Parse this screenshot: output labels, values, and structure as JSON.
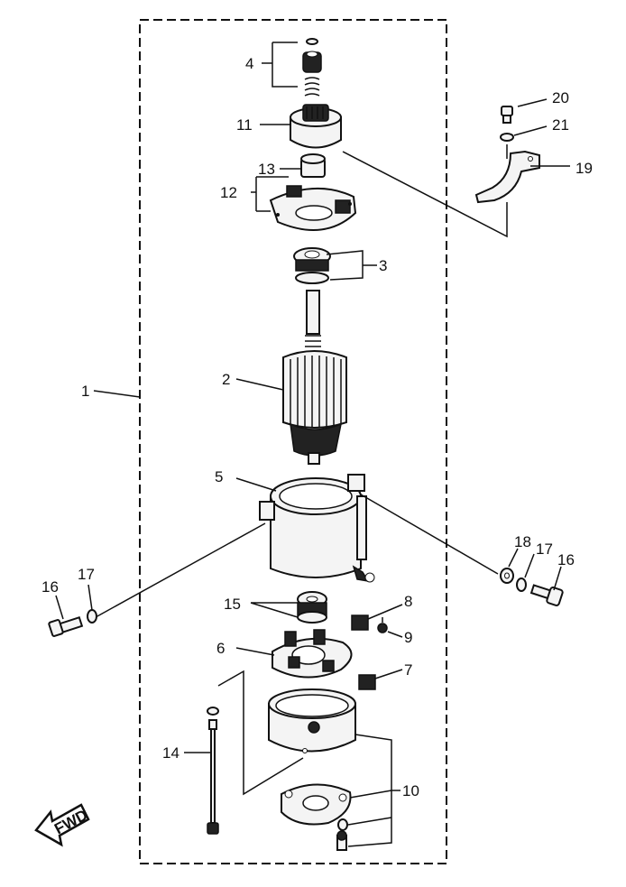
{
  "labels": {
    "p1": "1",
    "p2": "2",
    "p3": "3",
    "p4": "4",
    "p5": "5",
    "p6": "6",
    "p7": "7",
    "p8": "8",
    "p9": "9",
    "p10": "10",
    "p11": "11",
    "p12": "12",
    "p13": "13",
    "p14": "14",
    "p15": "15",
    "p16a": "16",
    "p17a": "17",
    "p16b": "16",
    "p17b": "17",
    "p18": "18",
    "p19": "19",
    "p20": "20",
    "p21": "21"
  },
  "fwd_label": "FWD"
}
